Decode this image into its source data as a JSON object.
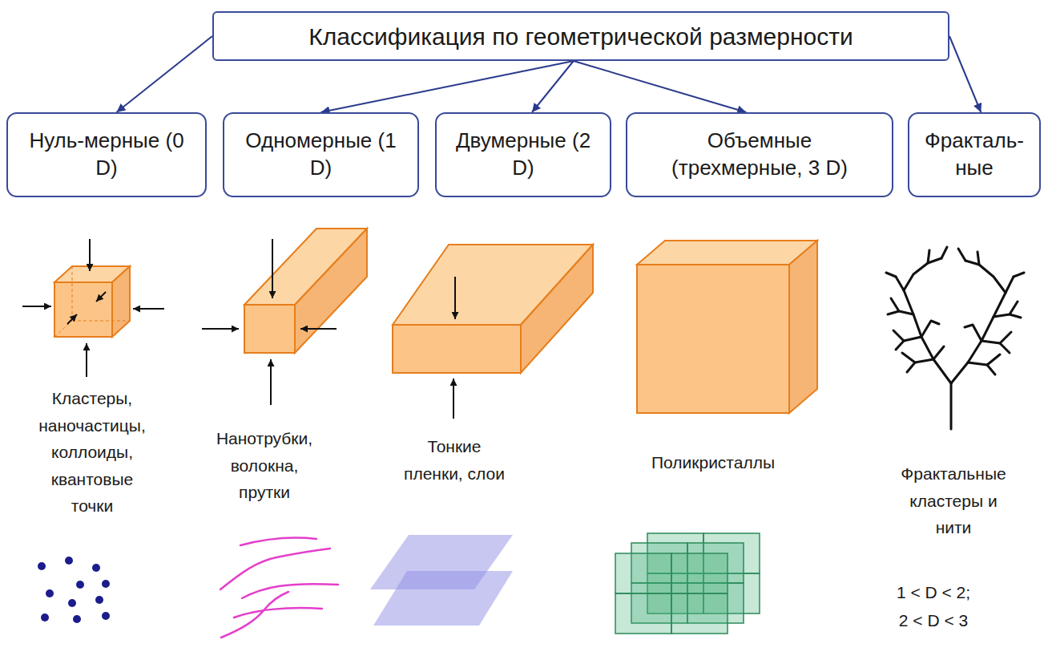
{
  "diagram": {
    "nodes": [
      {
        "text": [
          "Классификация по геометрической размерности"
        ]
      },
      {
        "text": [
          "Нуль-мерные (0 D)"
        ]
      },
      {
        "text": [
          "Одномерные (1 D)"
        ]
      },
      {
        "text": [
          "Двумерные (2 D)"
        ]
      },
      {
        "text": [
          "Объемные (трехмерные, 3 D)"
        ]
      },
      {
        "text": [
          "Фракталь- ные"
        ]
      }
    ],
    "edges": [
      {
        "from": 0,
        "to": 1,
        "arrow": "to"
      },
      {
        "from": 0,
        "to": 2,
        "arrow": "to"
      },
      {
        "from": 0,
        "to": 3,
        "arrow": "to"
      },
      {
        "from": 0,
        "to": 4,
        "arrow": "to"
      },
      {
        "from": 0,
        "to": 5,
        "arrow": "to"
      }
    ],
    "labels": [
      "Кластеры, наночастицы, коллоиды, квантовые точки",
      "Нанотрубки, волокна, прутки",
      "Тонкие пленки, слои",
      "Поликристаллы",
      "Фрактальные кластеры и нити",
      "1 < D < 2;",
      "2 < D < 3"
    ]
  }
}
